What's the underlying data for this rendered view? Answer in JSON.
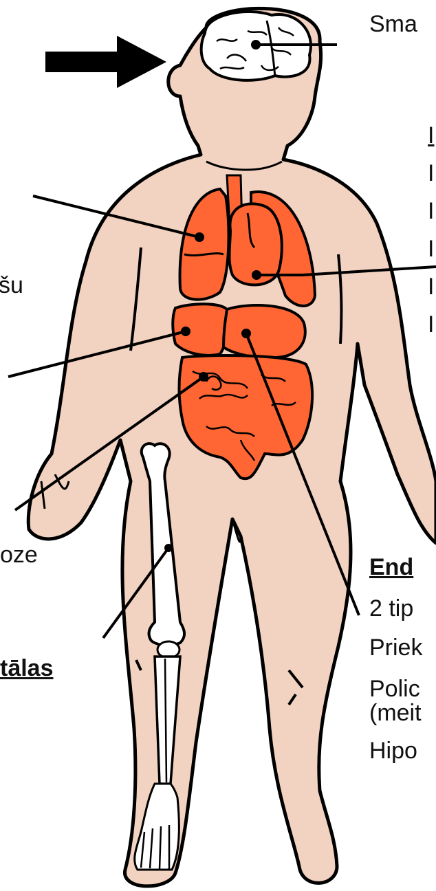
{
  "colors": {
    "skin": "#f2d2c0",
    "organ": "#ff6633",
    "outline": "#000000",
    "bone": "#ffffff",
    "background": "#ffffff"
  },
  "labels": {
    "brain": "Sma",
    "left_partial": "šu",
    "left_lower": "oze",
    "skeletal": "tālas",
    "endocrine_title": "End",
    "endocrine_1": "2 tip",
    "endocrine_2": "Priek",
    "endocrine_3a": "Polic",
    "endocrine_3b": "(meit",
    "endocrine_4": "Hipo"
  },
  "right_list_markers": [
    "I",
    "I",
    "I",
    "I",
    "I",
    "I"
  ],
  "icons": [
    "arrow-icon",
    "brain-icon",
    "lungs-icon",
    "heart-icon",
    "liver-icon",
    "stomach-icon",
    "intestines-icon",
    "leg-bone-icon"
  ]
}
